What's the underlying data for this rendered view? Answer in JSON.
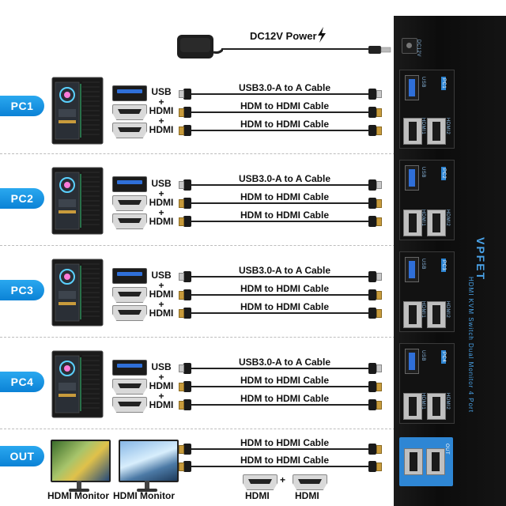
{
  "power": {
    "label": "DC12V Power"
  },
  "cables": {
    "usb": "USB3.0-A to A Cable",
    "hdmi": "HDM to HDMI Cable"
  },
  "connectors": {
    "usb": "USB",
    "plus": "+",
    "hdmi": "HDMI"
  },
  "pcs": [
    {
      "label": "PC1"
    },
    {
      "label": "PC2"
    },
    {
      "label": "PC3"
    },
    {
      "label": "PC4"
    }
  ],
  "out": {
    "label": "OUT",
    "monitor1": "HDMI Monitor",
    "monitor2": "HDMI Monitor",
    "bottom_left": "HDMI",
    "bottom_plus": "+",
    "bottom_right": "HDMI"
  },
  "device": {
    "brand": "VPFET",
    "subtitle": "HDMI KVM Switch Dual Monitor 4 Port",
    "dc_port": "DC12V",
    "pc_port_labels": [
      "PC1",
      "PC2",
      "PC3",
      "PC4"
    ],
    "port_usb": "USB",
    "port_hdmi1": "HDMI1",
    "port_hdmi2": "HDMI2",
    "out_label": "OUT"
  },
  "colors": {
    "accent": "#0b82d6",
    "usb_blue": "#2f6fd8",
    "kvm_black": "#111111"
  }
}
